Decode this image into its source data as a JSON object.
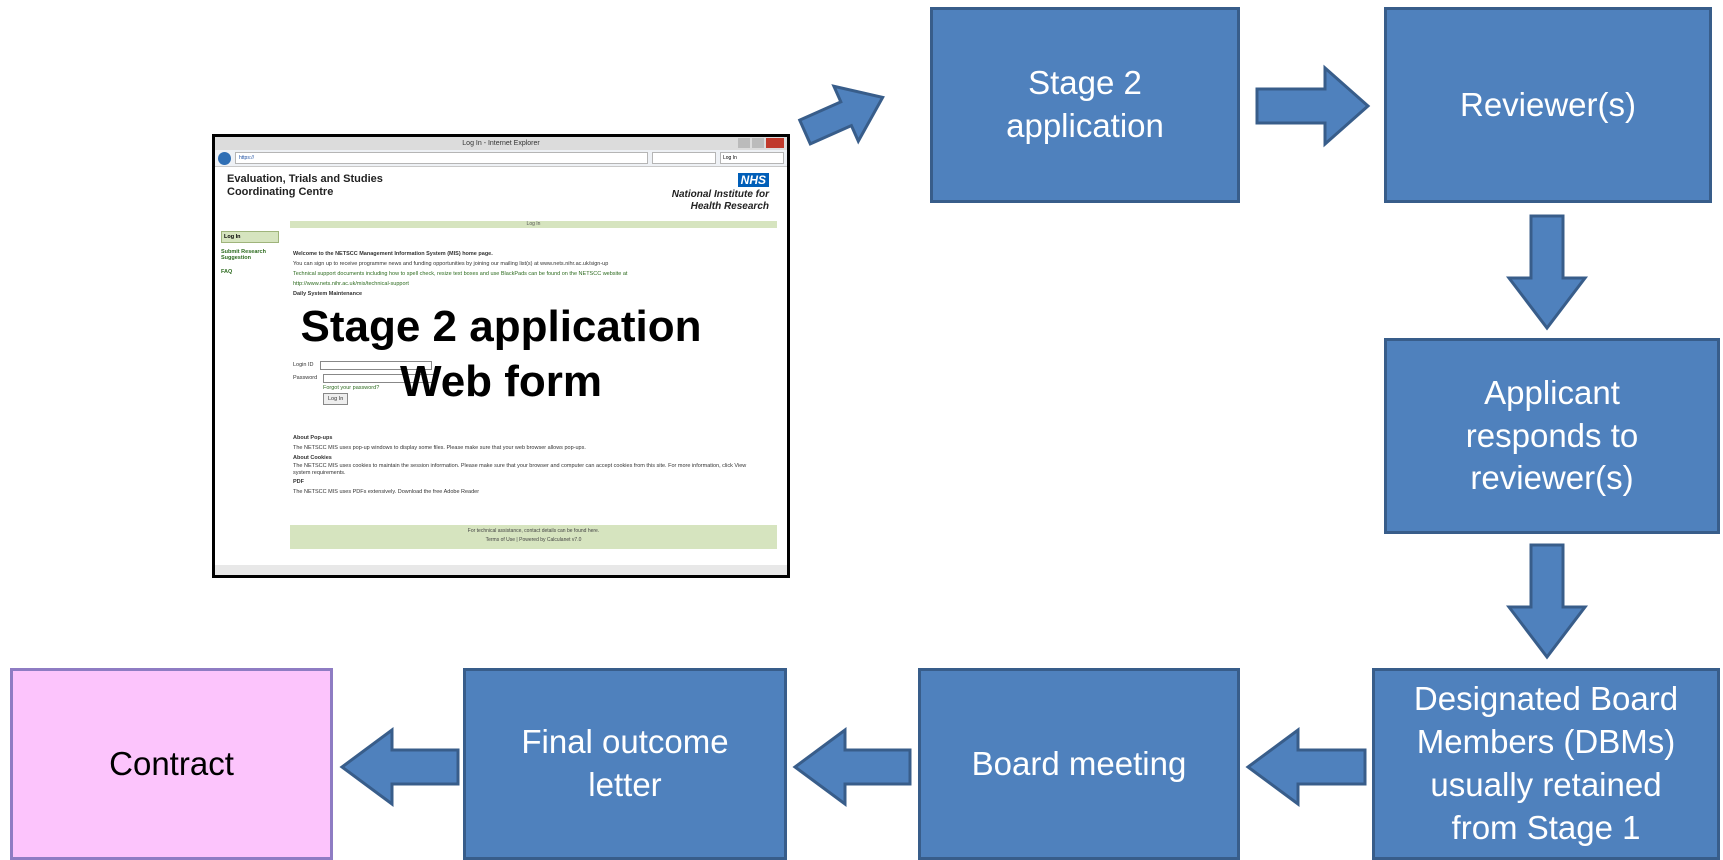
{
  "nodes": {
    "stage2": "Stage 2\napplication",
    "reviewers": "Reviewer(s)",
    "applicant": "Applicant\nresponds to\nreviewer(s)",
    "dbm": "Designated Board\nMembers (DBMs)\nusually retained\nfrom Stage 1",
    "board": "Board meeting",
    "final": "Final outcome\nletter",
    "contract": "Contract"
  },
  "screenshot": {
    "overlay": "Stage 2 application\nWeb form",
    "window_title": "Log In - Internet Explorer",
    "org_line1": "Evaluation, Trials and Studies",
    "org_line2": "Coordinating Centre",
    "nhs": "NHS",
    "nihr_line1": "National Institute for",
    "nihr_line2": "Health Research",
    "bar_label": "Log In",
    "side_login": "Log In",
    "side_link1": "Submit Research Suggestion",
    "side_link2": "FAQ",
    "welcome": "Welcome to the NETSCC Management Information System (MIS) home page.",
    "signup": "You can sign up to receive programme news and funding opportunities by joining our mailing list(s) at www.nets.nihr.ac.uk/sign-up",
    "support": "Technical support documents including how to spell check, resize text boxes and use BlackPads can be found on the NETSCC website at",
    "support_url": "http://www.nets.nihr.ac.uk/mis/technical-support",
    "maintenance": "Daily System Maintenance",
    "login_id": "Login ID",
    "password": "Password",
    "forgot": "Forgot your password?",
    "login_btn": "Log In",
    "popups_h": "About Pop-ups",
    "popups": "The NETSCC MIS uses pop-up windows to display some files. Please make sure that your web browser allows pop-ups.",
    "cookies_h": "About Cookies",
    "cookies": "The NETSCC MIS uses cookies to maintain the session information. Please make sure that your browser and computer can accept cookies from this site. For more information, click View system requirements.",
    "pdf_h": "PDF",
    "pdf": "The NETSCC MIS uses PDFs extensively. Download the free Adobe Reader",
    "footer1": "For technical assistance, contact details can be found here.",
    "footer2": "Terms of Use | Powered by Calculanet v7.0"
  }
}
